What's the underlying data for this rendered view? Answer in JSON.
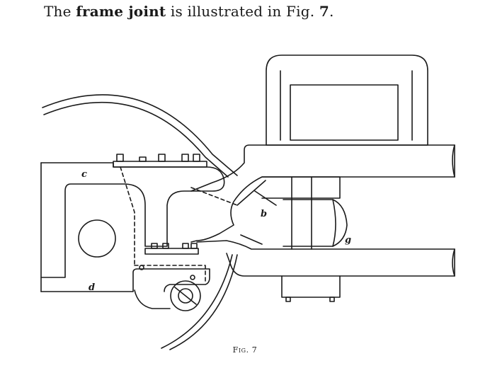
{
  "intro": {
    "before": "The ",
    "emphasis": "frame joint",
    "middle": " is illustrated in Fig. ",
    "fig_ref": "7",
    "end": "."
  },
  "figure": {
    "labels": {
      "b": "b",
      "c": "c",
      "d": "d",
      "g": "g"
    },
    "caption": "Fig. 7"
  }
}
